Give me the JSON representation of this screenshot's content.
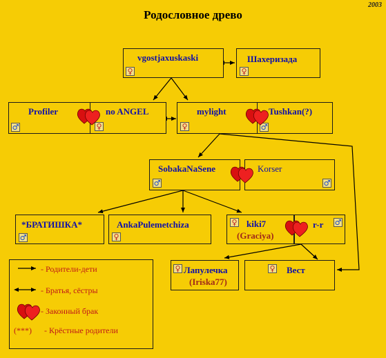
{
  "year": "2003",
  "title": "Родословное древо",
  "nodes": {
    "vgost": {
      "name": "vgostjaxuskaski",
      "sex": "female"
    },
    "shah": {
      "name": "Шахеризада",
      "sex": "female"
    },
    "profiler": {
      "name": "Profiler",
      "sex": "male"
    },
    "noangel": {
      "name": "no ANGEL",
      "sex": "female"
    },
    "mylight": {
      "name": "mylight",
      "sex": "female"
    },
    "tushkan": {
      "name": "Tushkan(?)",
      "sex": "male"
    },
    "sobaka": {
      "name": "SobakaNaSene",
      "sex": "male"
    },
    "korser": {
      "name": "Korser",
      "sex": "male"
    },
    "bratishka": {
      "name": "*БРАТИШКА*",
      "sex": "male"
    },
    "anka": {
      "name": "AnkaPulemetchiza",
      "sex": "female"
    },
    "kiki": {
      "name": "kiki7",
      "sub": "(Graciya)",
      "sex": "female"
    },
    "rr": {
      "name": "r-r",
      "sex": "male"
    },
    "lapa": {
      "name": "Лапулечка",
      "sub": "(Iriska77)",
      "sex": "female"
    },
    "vest": {
      "name": "Вест",
      "sex": "female"
    }
  },
  "legend": {
    "parents": "- Родители-дети",
    "siblings": "- Братья, сёстры",
    "marriage": "- Законный брак",
    "godparents_mark": "(***)",
    "godparents": "- Крёстные родители"
  },
  "colors": {
    "background": "#f6cc05",
    "name_text": "#1010a8",
    "legend_text": "#c01818",
    "heart": "#e01010",
    "male_symbol": "#1848c8",
    "female_symbol": "#c02020"
  },
  "symbols": {
    "male": "♂",
    "female": "♀"
  }
}
